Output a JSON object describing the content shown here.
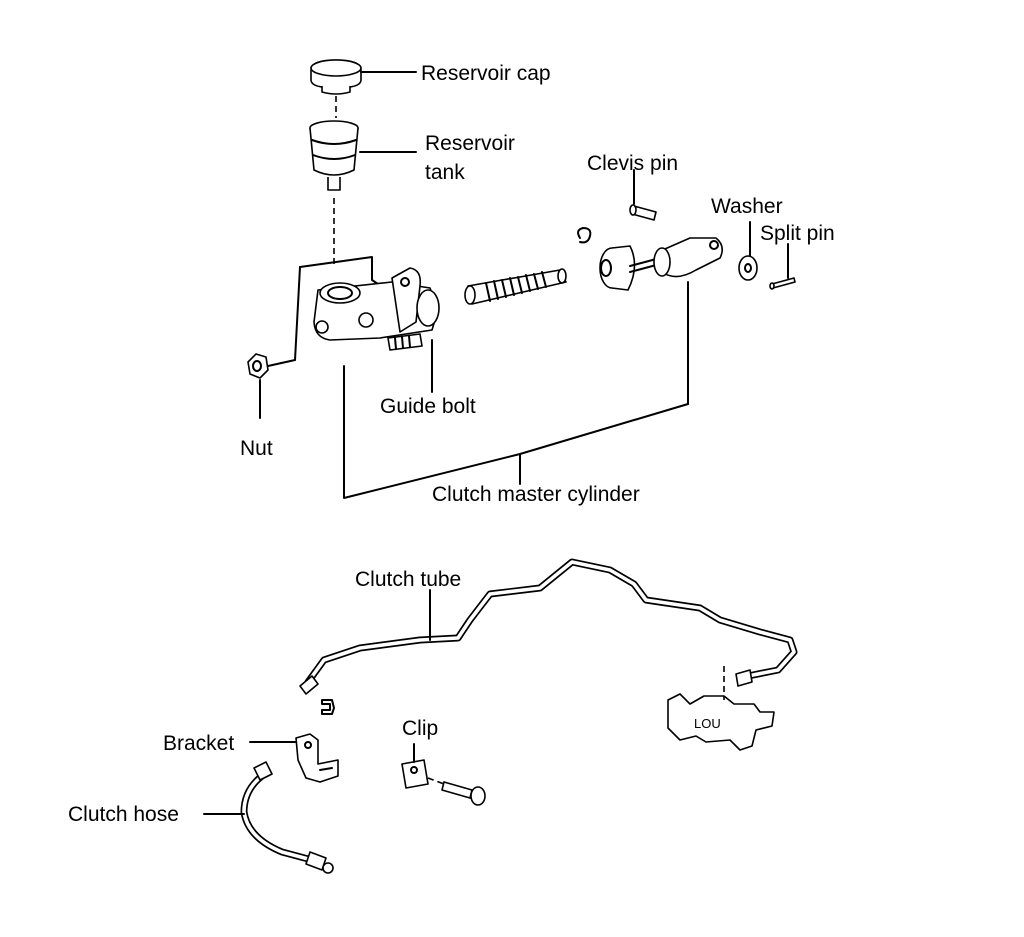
{
  "labels": {
    "reservoir_cap": "Reservoir cap",
    "reservoir_tank_line1": "Reservoir",
    "reservoir_tank_line2": "tank",
    "clevis_pin": "Clevis pin",
    "washer": "Washer",
    "split_pin": "Split pin",
    "guide_bolt": "Guide bolt",
    "nut": "Nut",
    "clutch_master_cylinder": "Clutch master cylinder",
    "clutch_tube": "Clutch tube",
    "bracket": "Bracket",
    "clip": "Clip",
    "clutch_hose": "Clutch hose"
  }
}
